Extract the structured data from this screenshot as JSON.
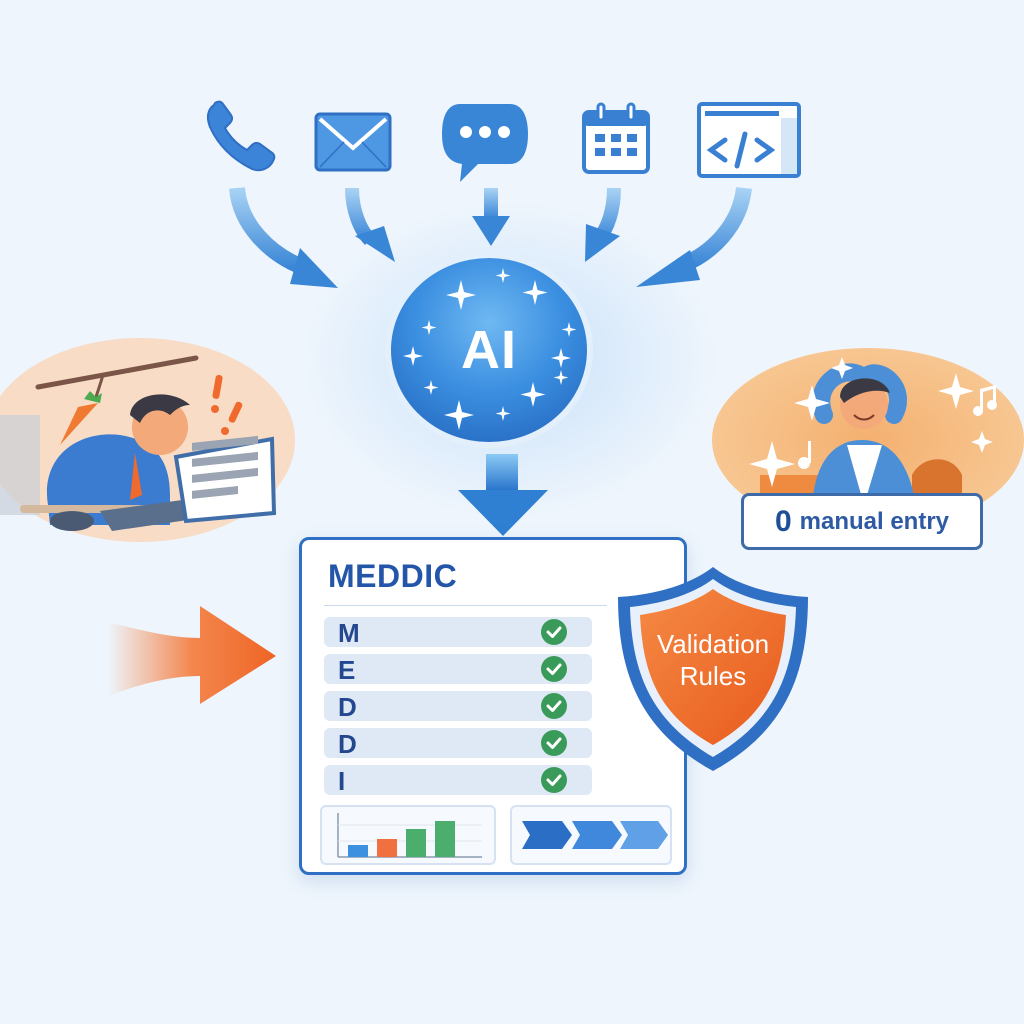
{
  "sources": {
    "items": [
      {
        "name": "phone",
        "icon": "phone-icon"
      },
      {
        "name": "email",
        "icon": "envelope-icon"
      },
      {
        "name": "chat",
        "icon": "chat-bubble-icon"
      },
      {
        "name": "calendar",
        "icon": "calendar-icon"
      },
      {
        "name": "web-code",
        "icon": "code-window-icon"
      }
    ]
  },
  "ai_hub": {
    "label": "AI"
  },
  "meddic_card": {
    "title": "MEDDIC",
    "rows": [
      {
        "letter": "M",
        "status": "checked"
      },
      {
        "letter": "E",
        "status": "checked"
      },
      {
        "letter": "D",
        "status": "checked"
      },
      {
        "letter": "D",
        "status": "checked"
      },
      {
        "letter": "I",
        "status": "checked"
      }
    ],
    "mini_chart": {
      "bar_colors": [
        "#3d8fe0",
        "#f0703f",
        "#4cae6c",
        "#4cae6c"
      ]
    },
    "pipeline": {
      "stages": 3
    }
  },
  "shield": {
    "line1": "Validation",
    "line2": "Rules"
  },
  "before_scene": {
    "description": "stressed-worker-manual-entry"
  },
  "after_scene": {
    "description": "relaxed-worker"
  },
  "badge": {
    "number": "0",
    "text": "manual entry"
  },
  "colors": {
    "background": "#eef5fc",
    "primary_blue": "#2f6fc4",
    "accent_orange": "#f0702e",
    "check_green": "#3a9a5a"
  }
}
